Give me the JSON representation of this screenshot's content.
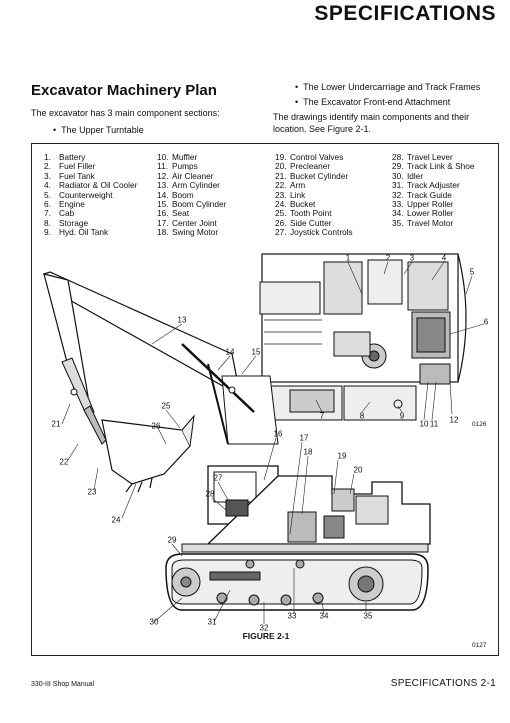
{
  "header": {
    "title": "SPECIFICATIONS"
  },
  "section": {
    "title": "Excavator Machinery Plan",
    "intro": "The excavator has 3 main component sections:",
    "bullets_left": [
      "The Upper Turntable"
    ],
    "bullets_right": [
      "The Lower Undercarriage and Track Frames",
      "The Excavator Front-end Attachment"
    ],
    "description": "The drawings identify main components and their location. See Figure 2-1."
  },
  "legend": {
    "columns": [
      [
        {
          "num": "1.",
          "label": "Battery"
        },
        {
          "num": "2.",
          "label": "Fuel Filler"
        },
        {
          "num": "3.",
          "label": "Fuel Tank"
        },
        {
          "num": "4.",
          "label": "Radiator & Oil Cooler"
        },
        {
          "num": "5.",
          "label": "Counterweight"
        },
        {
          "num": "6.",
          "label": "Engine"
        },
        {
          "num": "7.",
          "label": "Cab"
        },
        {
          "num": "8.",
          "label": "Storage"
        },
        {
          "num": "9.",
          "label": "Hyd. Oil Tank"
        }
      ],
      [
        {
          "num": "10.",
          "label": "Muffler"
        },
        {
          "num": "11.",
          "label": "Pumps"
        },
        {
          "num": "12.",
          "label": "Air Cleaner"
        },
        {
          "num": "13.",
          "label": "Arm Cylinder"
        },
        {
          "num": "14.",
          "label": "Boom"
        },
        {
          "num": "15.",
          "label": "Boom Cylinder"
        },
        {
          "num": "16.",
          "label": "Seat"
        },
        {
          "num": "17.",
          "label": "Center Joint"
        },
        {
          "num": "18.",
          "label": "Swing Motor"
        }
      ],
      [
        {
          "num": "19.",
          "label": "Control Valves"
        },
        {
          "num": "20.",
          "label": "Precleaner"
        },
        {
          "num": "21.",
          "label": "Bucket Cylinder"
        },
        {
          "num": "22.",
          "label": "Arm"
        },
        {
          "num": "23.",
          "label": "Link"
        },
        {
          "num": "24.",
          "label": "Bucket"
        },
        {
          "num": "25.",
          "label": "Tooth Point"
        },
        {
          "num": "26.",
          "label": "Side Cutter"
        },
        {
          "num": "27.",
          "label": "Joystick Controls"
        }
      ],
      [
        {
          "num": "28.",
          "label": "Travel Lever"
        },
        {
          "num": "29.",
          "label": "Track Link & Shoe"
        },
        {
          "num": "30.",
          "label": "Idler"
        },
        {
          "num": "31.",
          "label": "Track Adjuster"
        },
        {
          "num": "32.",
          "label": "Track Guide"
        },
        {
          "num": "33.",
          "label": "Upper Roller"
        },
        {
          "num": "34.",
          "label": "Lower Roller"
        },
        {
          "num": "35.",
          "label": "Travel Motor"
        }
      ]
    ]
  },
  "callouts": [
    "1",
    "2",
    "3",
    "4",
    "5",
    "6",
    "7",
    "8",
    "9",
    "10",
    "11",
    "12",
    "13",
    "14",
    "15",
    "16",
    "17",
    "18",
    "19",
    "20",
    "21",
    "22",
    "23",
    "24",
    "25",
    "26",
    "27",
    "28",
    "29",
    "30",
    "31",
    "32",
    "33",
    "34",
    "35"
  ],
  "figure": {
    "caption": "FIGURE 2-1",
    "code_top": "0126",
    "code_bottom": "0127"
  },
  "footer": {
    "left": "330-III Shop Manual",
    "right": "SPECIFICATIONS   2-1"
  }
}
